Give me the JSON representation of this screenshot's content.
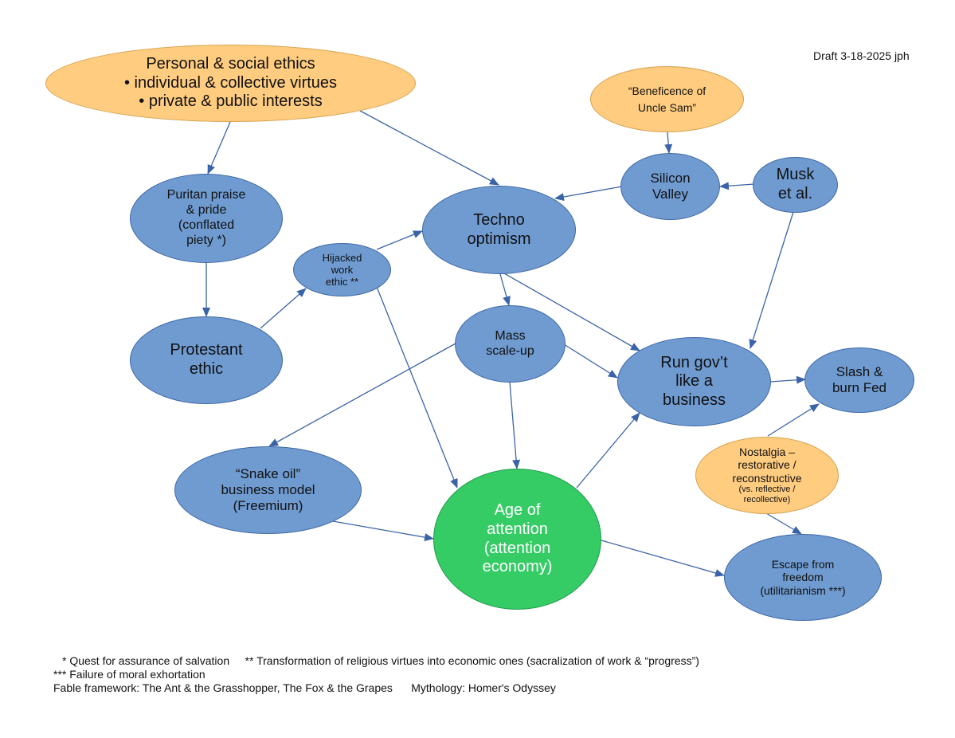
{
  "draft_label": "Draft 3-18-2025 jph",
  "colors": {
    "blue_node": "#6f9bd1",
    "orange_node": "#ffcc80",
    "green_node": "#35cc66",
    "edge": "#3b64a8"
  },
  "nodes": {
    "personal_ethics": {
      "lines": [
        "Personal & social ethics",
        "• individual & collective virtues",
        "• private & public interests"
      ]
    },
    "beneficence": {
      "lines": [
        "“Beneficence of",
        "Uncle Sam”"
      ]
    },
    "silicon_valley": {
      "lines": [
        "Silicon",
        "Valley"
      ]
    },
    "musk": {
      "lines": [
        "Musk",
        "et al."
      ]
    },
    "puritan": {
      "lines": [
        "Puritan praise",
        "& pride",
        "(conflated",
        "piety *)"
      ]
    },
    "techno": {
      "lines": [
        "Techno",
        "optimism"
      ]
    },
    "hijacked": {
      "lines": [
        "Hijacked",
        "work",
        "ethic **"
      ]
    },
    "protestant": {
      "lines": [
        "Protestant",
        "ethic"
      ]
    },
    "mass": {
      "lines": [
        "Mass",
        "scale-up"
      ]
    },
    "run_govt": {
      "lines": [
        "Run gov’t",
        "like a",
        "business"
      ]
    },
    "slash": {
      "lines": [
        "Slash &",
        "burn Fed"
      ]
    },
    "nostalgia": {
      "lines": [
        "Nostalgia –",
        "restorative /",
        "reconstructive",
        "(vs. reflective /",
        "recollective)"
      ]
    },
    "snake_oil": {
      "lines": [
        "“Snake oil”",
        "business model",
        "(Freemium)"
      ]
    },
    "age_attention": {
      "lines": [
        "Age of",
        "attention",
        "(attention",
        "economy)"
      ]
    },
    "escape": {
      "lines": [
        "Escape from",
        "freedom",
        "(utilitarianism ***)"
      ]
    }
  },
  "footnotes": {
    "line1": "* Quest for assurance of salvation     ** Transformation of religious virtues into economic ones (sacralization of work & “progress”)",
    "line2": "*** Failure of moral exhortation",
    "line3": "Fable framework: The Ant & the Grasshopper, The Fox & the Grapes      Mythology: Homer's Odyssey"
  }
}
